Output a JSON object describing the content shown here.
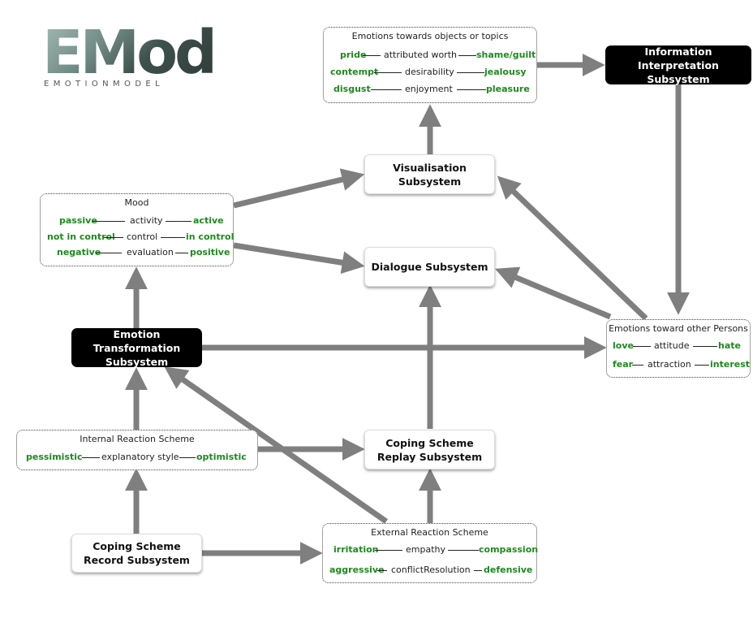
{
  "logo": {
    "word": "EMod",
    "subtitle": "EMOTIONMODEL"
  },
  "subsystems": {
    "visualisation": "Visualisation Subsystem",
    "dialogue": "Dialogue Subsystem",
    "information_interpretation": "Information Interpretation Subsystem",
    "emotion_transformation": "Emotion Transformation Subsystem",
    "coping_scheme_replay": "Coping Scheme Replay Subsystem",
    "coping_scheme_record": "Coping Scheme Record Subsystem"
  },
  "emotions_objects": {
    "title": "Emotions towards objects or topics",
    "rows": [
      {
        "left": "pride",
        "middle": "attributed worth",
        "right": "shame/guilt"
      },
      {
        "left": "contempt",
        "middle": "desirability",
        "right": "jealousy"
      },
      {
        "left": "disgust",
        "middle": "enjoyment",
        "right": "pleasure"
      }
    ]
  },
  "mood": {
    "title": "Mood",
    "rows": [
      {
        "left": "passive",
        "middle": "activity",
        "right": "active"
      },
      {
        "left": "not in control",
        "middle": "control",
        "right": "in control"
      },
      {
        "left": "negative",
        "middle": "evaluation",
        "right": "positive"
      }
    ]
  },
  "emotions_persons": {
    "title": "Emotions toward other Persons",
    "rows": [
      {
        "left": "love",
        "middle": "attitude",
        "right": "hate"
      },
      {
        "left": "fear",
        "middle": "attraction",
        "right": "interest"
      }
    ]
  },
  "internal_reaction": {
    "title": "Internal Reaction Scheme",
    "rows": [
      {
        "left": "pessimistic",
        "middle": "explanatory style",
        "right": "optimistic"
      }
    ]
  },
  "external_reaction": {
    "title": "External Reaction Scheme",
    "rows": [
      {
        "left": "irritation",
        "middle": "empathy",
        "right": "compassion"
      },
      {
        "left": "aggressive",
        "middle": "conflictResolution",
        "right": "defensive"
      }
    ]
  },
  "colors": {
    "positive_negative_labels": "#1e8a1e",
    "arrow": "#7f7f7f",
    "black_box": "#000000"
  }
}
